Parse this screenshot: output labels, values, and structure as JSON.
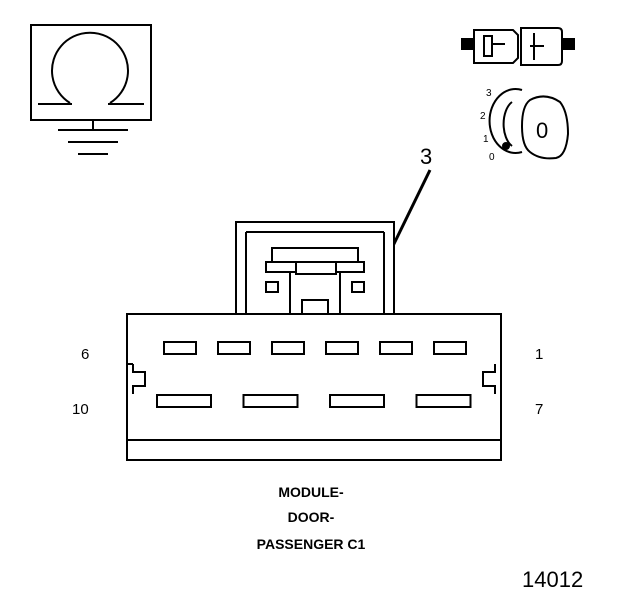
{
  "callout": {
    "number": "3"
  },
  "pin_labels": {
    "top_left": "6",
    "top_right": "1",
    "bottom_left": "10",
    "bottom_right": "7"
  },
  "caption": {
    "line1": "MODULE-",
    "line2": "DOOR-",
    "line3": "PASSENGER C1"
  },
  "figure_number": "14012",
  "key_positions": [
    "3",
    "2",
    "1",
    "0"
  ],
  "key_icon_label": "0",
  "connector": {
    "top_row_cavities": 6,
    "bottom_row_cavities": 4
  }
}
